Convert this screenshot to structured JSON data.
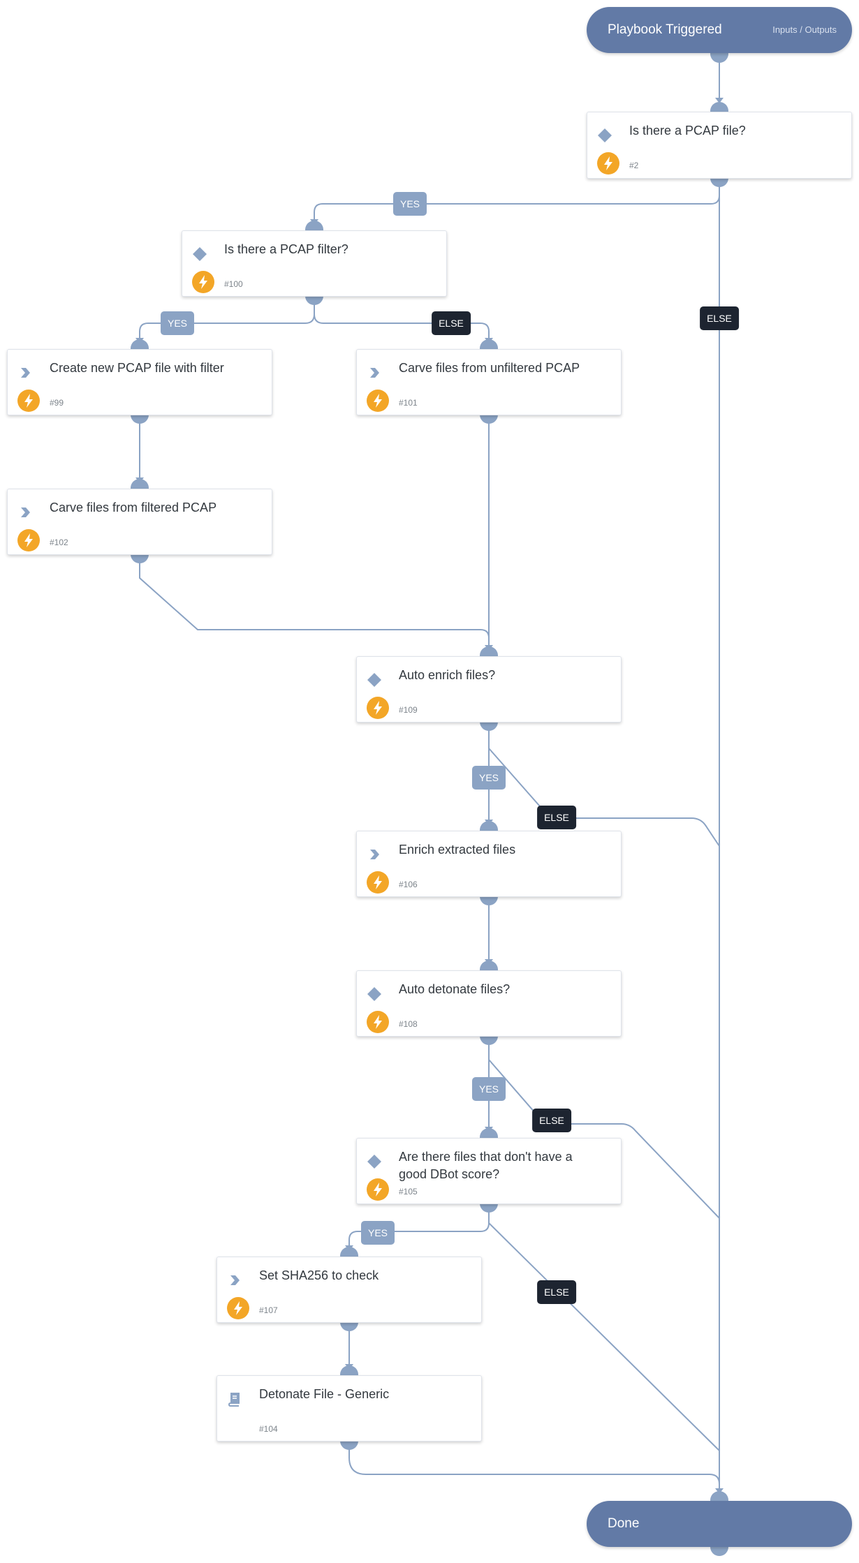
{
  "trigger": {
    "title": "Playbook Triggered",
    "link": "Inputs / Outputs"
  },
  "done": {
    "title": "Done"
  },
  "tasks": [
    {
      "id": "n2",
      "kind": "condition",
      "title": "Is there a PCAP file?",
      "number": "#2"
    },
    {
      "id": "n100",
      "kind": "condition",
      "title": "Is there a PCAP filter?",
      "number": "#100"
    },
    {
      "id": "n99",
      "kind": "command",
      "title": "Create new PCAP file with filter",
      "number": "#99"
    },
    {
      "id": "n101",
      "kind": "command",
      "title": "Carve files from unfiltered PCAP",
      "number": "#101"
    },
    {
      "id": "n102",
      "kind": "command",
      "title": "Carve files from filtered PCAP",
      "number": "#102"
    },
    {
      "id": "n109",
      "kind": "condition",
      "title": "Auto enrich files?",
      "number": "#109"
    },
    {
      "id": "n106",
      "kind": "command",
      "title": "Enrich extracted files",
      "number": "#106"
    },
    {
      "id": "n108",
      "kind": "condition",
      "title": "Auto detonate files?",
      "number": "#108"
    },
    {
      "id": "n105",
      "kind": "condition",
      "title": "Are there files that don't have a good DBot score?",
      "number": "#105"
    },
    {
      "id": "n107",
      "kind": "command",
      "title": "Set SHA256 to check",
      "number": "#107"
    },
    {
      "id": "n104",
      "kind": "playbook",
      "title": "Detonate File - Generic",
      "number": "#104"
    }
  ],
  "edge_labels": [
    {
      "text": "YES"
    },
    {
      "text": "ELSE"
    },
    {
      "text": "YES"
    },
    {
      "text": "ELSE"
    },
    {
      "text": "YES"
    },
    {
      "text": "ELSE"
    },
    {
      "text": "YES"
    },
    {
      "text": "ELSE"
    },
    {
      "text": "YES"
    },
    {
      "text": "ELSE"
    }
  ],
  "colors": {
    "edge": "#8ba3c4",
    "node_pill": "#627aa6",
    "bolt": "#f3a627",
    "else_label": "#1d2430",
    "yes_label": "#8ba3c4"
  },
  "icons": {
    "condition": "diamond-icon",
    "command": "chevron-icon",
    "playbook": "book-icon",
    "automation": "lightning-icon"
  }
}
